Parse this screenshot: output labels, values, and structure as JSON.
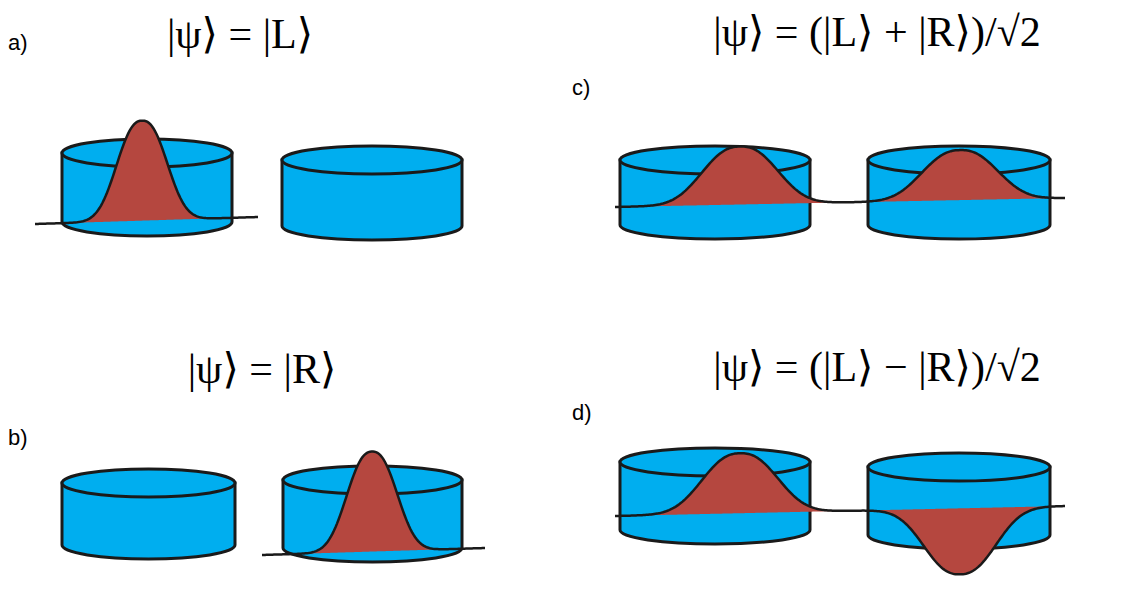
{
  "diagram": {
    "labels": [
      "a)",
      "|ψ⟩ = |L⟩",
      "c)",
      "|ψ⟩ = (|L⟩ + |R⟩)/√2",
      "b)",
      "|ψ⟩ = |R⟩",
      "d)",
      "|ψ⟩ = (|L⟩ − |R⟩)/√2"
    ]
  }
}
